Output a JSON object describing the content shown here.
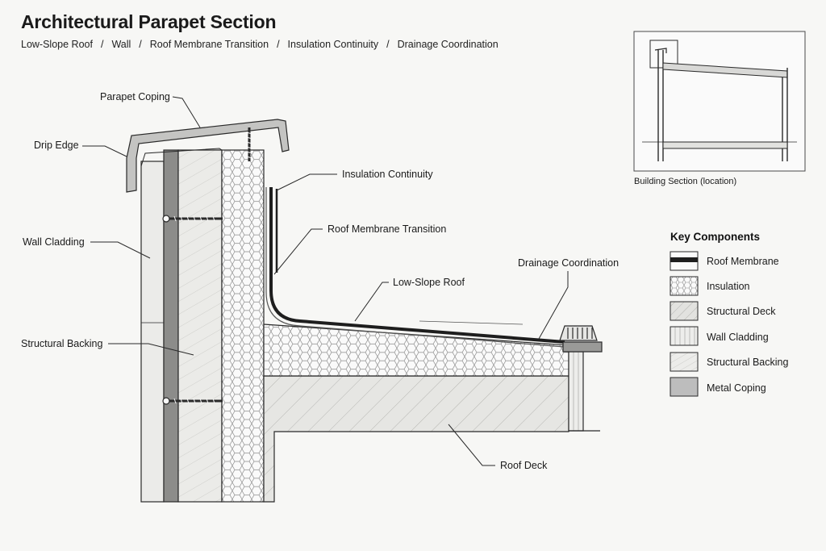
{
  "header": {
    "title": "Architectural Parapet Section",
    "breadcrumb": [
      "Low-Slope Roof",
      "Wall",
      "Roof Membrane Transition",
      "Insulation Continuity",
      "Drainage Coordination"
    ],
    "separator": "/"
  },
  "callouts": {
    "parapet_coping": "Parapet Coping",
    "drip_edge": "Drip Edge",
    "insulation_continuity": "Insulation Continuity",
    "roof_membrane_transition": "Roof Membrane Transition",
    "wall_cladding": "Wall Cladding",
    "drainage_coordination": "Drainage Coordination",
    "low_slope_roof": "Low-Slope Roof",
    "structural_backing": "Structural Backing",
    "roof_deck": "Roof Deck"
  },
  "inset": {
    "caption": "Building Section (location)"
  },
  "legend": {
    "title": "Key Components",
    "items": [
      {
        "label": "Roof Membrane",
        "swatch": "membrane"
      },
      {
        "label": "Insulation",
        "swatch": "insulation"
      },
      {
        "label": "Structural Deck",
        "swatch": "deck"
      },
      {
        "label": "Wall Cladding",
        "swatch": "cladding"
      },
      {
        "label": "Structural Backing",
        "swatch": "backing"
      },
      {
        "label": "Metal Coping",
        "swatch": "coping"
      }
    ]
  },
  "colors": {
    "background": "#f7f7f5",
    "line": "#2a2a2a",
    "membrane": "#1e1e1e",
    "coping_fill": "#bdbdbd",
    "cladding_fill": "#e9e9e7",
    "dark_layer": "#8a8a8a"
  }
}
